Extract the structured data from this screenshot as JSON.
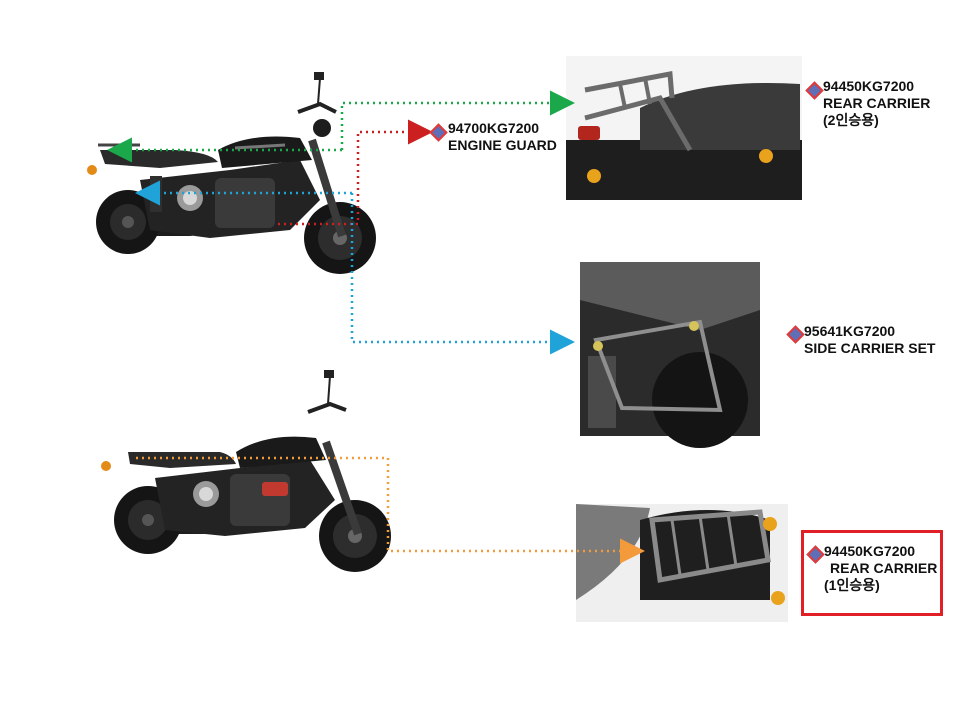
{
  "parts": [
    {
      "code": "94450KG7200",
      "name": "REAR CARRIER",
      "note": "(2인승용)"
    },
    {
      "code": "94700KG7200",
      "name": "ENGINE GUARD"
    },
    {
      "code": "95641KG7200",
      "name": "SIDE CARRIER SET"
    },
    {
      "code": "94450KG7200",
      "name": "REAR CARRIER",
      "note": "(1인승용)"
    }
  ],
  "colors": {
    "rear_carrier_2p_arrow": "#1aa84a",
    "engine_guard_arrow": "#cc1f1f",
    "side_carrier_arrow": "#1fa3d8",
    "rear_carrier_1p_arrow": "#f39a3a",
    "highlight_box": "#e01f26",
    "marker_fill": "#5e6fb8",
    "marker_border": "#e53935"
  },
  "icons": {
    "part_marker": "diamond-bullet-icon",
    "motorcycle_photo": "motorcycle-photo",
    "part_photo": "part-photo"
  }
}
